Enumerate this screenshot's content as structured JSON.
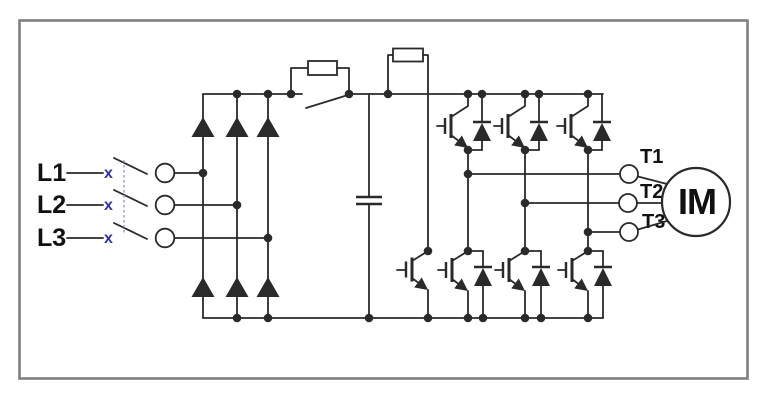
{
  "colors": {
    "background": "#ffffff",
    "line": "#2a2a2a",
    "label": "#111111",
    "disconnect_mark": "#3030a8",
    "linkage_line": "#9e9ed6",
    "border": "#7f7f7f"
  },
  "input": {
    "phases": [
      {
        "label": "L1",
        "mark": "x"
      },
      {
        "label": "L2",
        "mark": "x"
      },
      {
        "label": "L3",
        "mark": "x"
      }
    ]
  },
  "output": {
    "terminals": [
      {
        "label": "T1"
      },
      {
        "label": "T2"
      },
      {
        "label": "T3"
      }
    ],
    "motor_label": "IM"
  }
}
